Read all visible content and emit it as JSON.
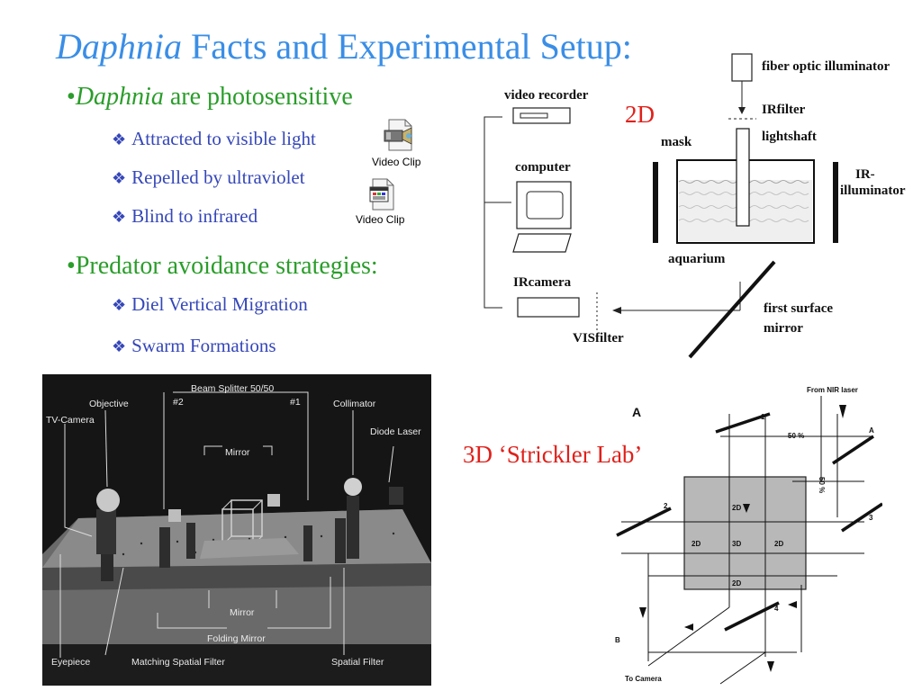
{
  "title": {
    "italic": "Daphnia",
    "rest": " Facts and Experimental Setup:"
  },
  "bullets": {
    "b1": {
      "italic": "Daphnia",
      "rest": " are photosensitive"
    },
    "b1_items": [
      "Attracted to visible light",
      "Repelled by ultraviolet",
      "Blind to infrared"
    ],
    "b2": {
      "text": "Predator avoidance strategies:"
    },
    "b2_items": [
      "Diel Vertical Migration",
      "Swarm Formations"
    ],
    "bullet_char": "•",
    "diamond_char": "❖"
  },
  "media": {
    "clip1": "Video Clip",
    "clip2": "Video Clip"
  },
  "setup2d": {
    "tag": "2D",
    "video_recorder": "video recorder",
    "computer": "computer",
    "ircamera": "IRcamera",
    "visfilter": "VISfilter",
    "fiber": "fiber optic illuminator",
    "irfilter": "IRfilter",
    "lightshaft": "lightshaft",
    "mask": "mask",
    "ir_illum_1": "IR-",
    "ir_illum_2": "illuminator",
    "aquarium": "aquarium",
    "mirror_1": "first surface",
    "mirror_2": "mirror"
  },
  "setup3d": {
    "tag": "3D ‘Strickler Lab’",
    "panel": "A",
    "from_laser": "From NIR laser",
    "pct1": "50 %",
    "pct2": "50 %",
    "n1": "1",
    "n2": "2",
    "n3": "3",
    "n4": "4",
    "a": "A",
    "b": "B",
    "to_camera": "To Camera",
    "c2d_top": "2D",
    "c2d_left": "2D",
    "c3d": "3D",
    "c2d_right": "2D",
    "c2d_bottom": "2D"
  },
  "photo": {
    "beam_splitter": "Beam Splitter 50/50",
    "n2": "#2",
    "n1": "#1",
    "objective": "Objective",
    "tv_camera": "TV-Camera",
    "collimator": "Collimator",
    "diode_laser": "Diode Laser",
    "mirror_top": "Mirror",
    "mirror_bottom": "Mirror",
    "folding_mirror": "Folding Mirror",
    "eyepiece": "Eyepiece",
    "matching": "Matching Spatial Filter",
    "spatial": "Spatial Filter"
  }
}
